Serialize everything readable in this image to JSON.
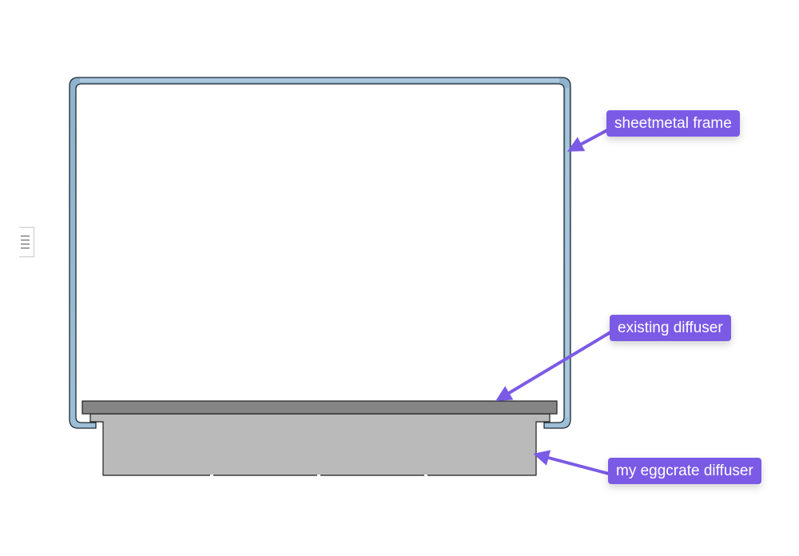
{
  "annotations": {
    "frame_label": "sheetmetal frame",
    "existing_label": "existing diffuser",
    "eggcrate_label": "my eggcrate diffuser"
  },
  "colors": {
    "frame_fill": "#8fb3cc",
    "frame_highlight": "#b5d0e3",
    "frame_outline": "#1e2a33",
    "existing_diffuser": "#858585",
    "eggcrate_diffuser": "#bababa",
    "annotation_accent": "#7b5ae6",
    "annotation_text": "#ffffff"
  },
  "icons": {
    "side_handle": "drag-handle-icon"
  }
}
